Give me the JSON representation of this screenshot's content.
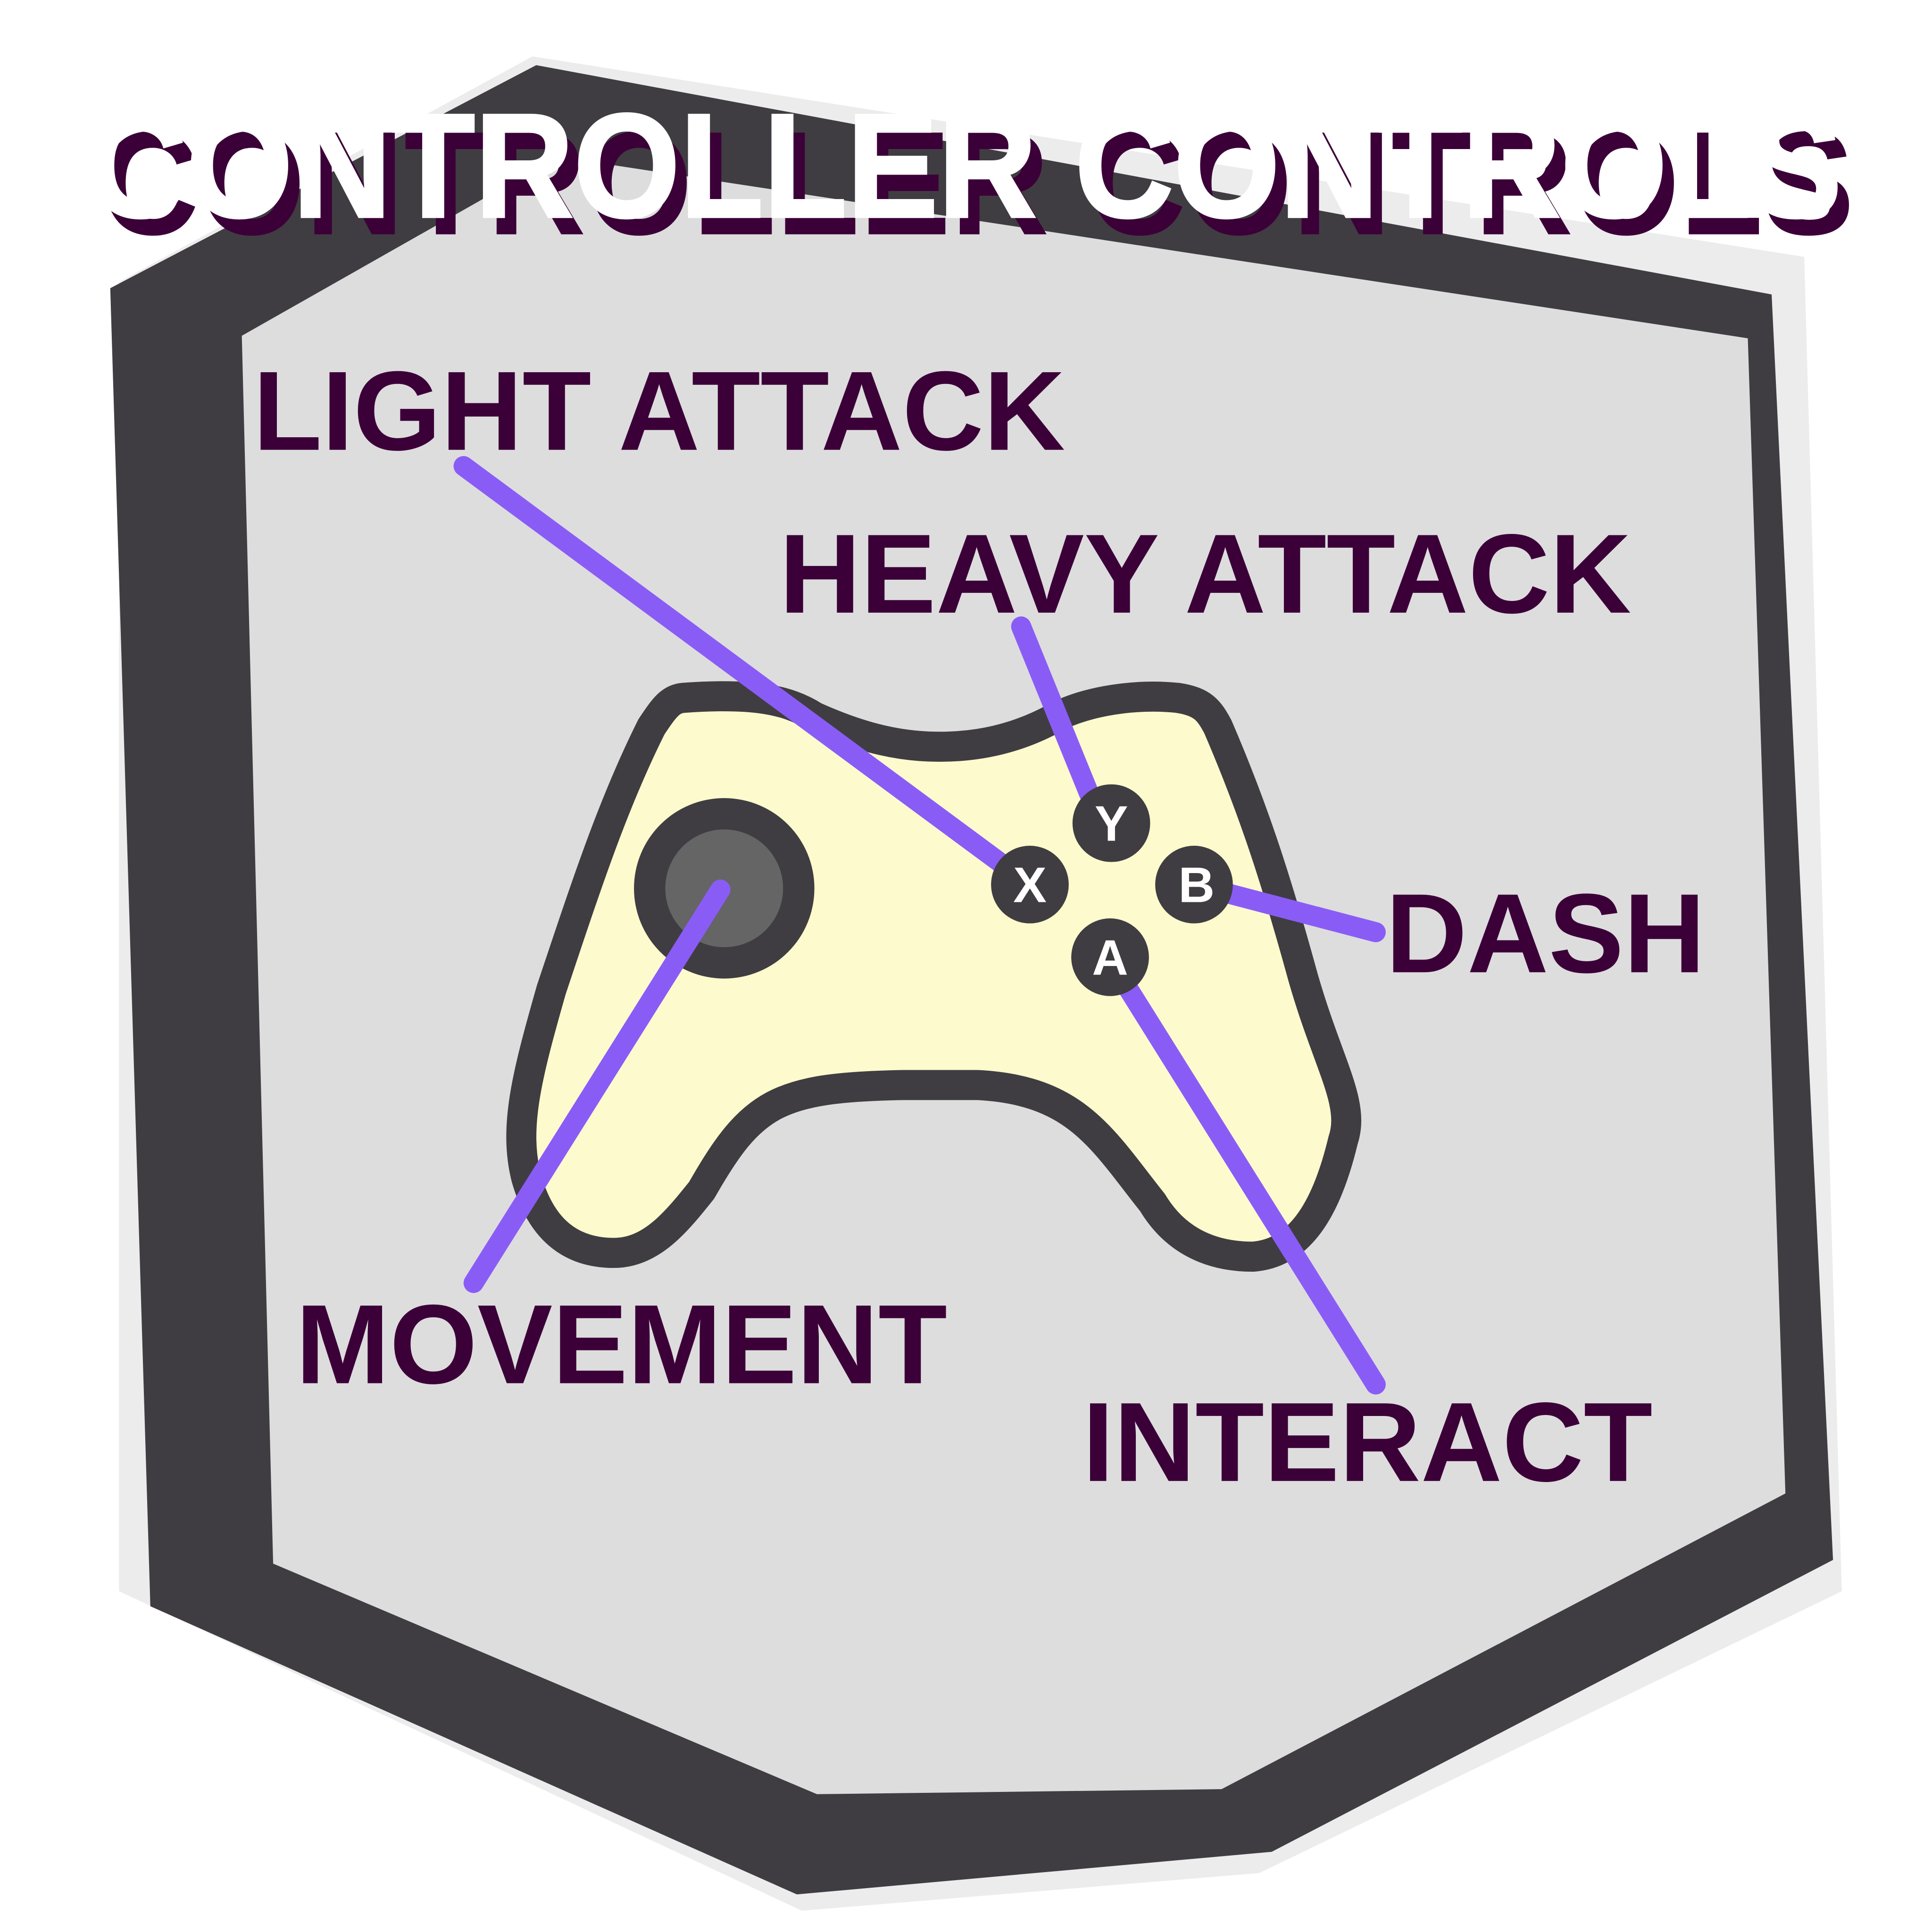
{
  "title": "CONTROLLER CONTROLS",
  "colors": {
    "background": "#ffffff",
    "shield_border": "#3f3d42",
    "shield_fill": "#dddddd",
    "controller_fill": "#fdfacd",
    "controller_outline": "#3f3d42",
    "stick_cap": "#656565",
    "face_button": "#3f3d42",
    "button_letter": "#ffffff",
    "label_text": "#3b0038",
    "connector_line": "#8a5cf6",
    "title_fill": "#ffffff",
    "title_shadow": "#3b0038"
  },
  "controller": {
    "icon": "gamepad-icon",
    "left_stick": "thumbstick-icon",
    "face_buttons": [
      {
        "id": "y",
        "letter": "Y"
      },
      {
        "id": "x",
        "letter": "X"
      },
      {
        "id": "b",
        "letter": "B"
      },
      {
        "id": "a",
        "letter": "A"
      }
    ]
  },
  "labels": [
    {
      "id": "light-attack",
      "text": "LIGHT ATTACK",
      "button": "X"
    },
    {
      "id": "heavy-attack",
      "text": "HEAVY ATTACK",
      "button": "Y"
    },
    {
      "id": "dash",
      "text": "DASH",
      "button": "B"
    },
    {
      "id": "movement",
      "text": "MOVEMENT",
      "button": "Left Stick"
    },
    {
      "id": "interact",
      "text": "INTERACT",
      "button": "A"
    }
  ]
}
